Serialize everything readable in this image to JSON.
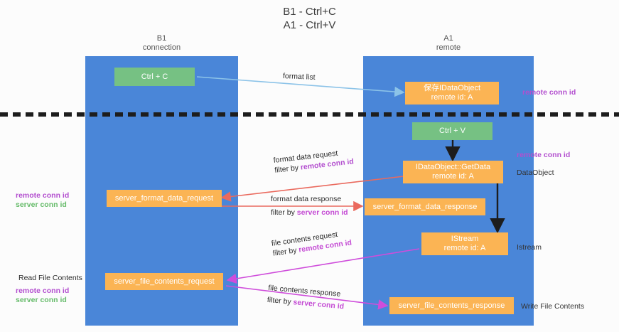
{
  "title": {
    "line1": "B1 - Ctrl+C",
    "line2": "A1 - Ctrl+V"
  },
  "columns": [
    {
      "name": "B1",
      "subtitle": "connection"
    },
    {
      "name": "A1",
      "subtitle": "remote"
    }
  ],
  "nodes": {
    "ctrl_c": {
      "label": "Ctrl + C"
    },
    "save_idataobject": {
      "line1": "保存IDataObject",
      "line2": "remote id: A"
    },
    "ctrl_v": {
      "label": "Ctrl + V"
    },
    "getdata": {
      "line1": "IDataObject::GetData",
      "line2": "remote id: A"
    },
    "server_format_data_request": {
      "label": "server_format_data_request"
    },
    "server_format_data_response": {
      "label": "server_format_data_response"
    },
    "istream": {
      "line1": "IStream",
      "line2": "remote id: A"
    },
    "server_file_contents_request": {
      "label": "server_file_contents_request"
    },
    "server_file_contents_response": {
      "label": "server_file_contents_response"
    }
  },
  "edges": {
    "format_list": {
      "label": "format list"
    },
    "format_data_request": {
      "label": "format data request",
      "filter_prefix": "filter by ",
      "filter_key": "remote conn id"
    },
    "format_data_response": {
      "label": "format data response",
      "filter_prefix": "filter by ",
      "filter_key": "server conn id"
    },
    "file_contents_request": {
      "label": "file contents request",
      "filter_prefix": "filter by ",
      "filter_key": "remote conn id"
    },
    "file_contents_response": {
      "label": "file contents response",
      "filter_prefix": "filter by ",
      "filter_key": "server conn id"
    }
  },
  "annotations": {
    "right_top_remote_conn_id": "remote conn id",
    "right_mid_remote_conn_id": "remote conn id",
    "right_dataobject": "DataObject",
    "right_istream": "Istream",
    "right_write_file_contents": "Write File Contents",
    "left_mid_remote_conn_id": "remote conn id",
    "left_mid_server_conn_id": "server conn id",
    "left_read_file_contents": "Read File Contents",
    "left_bot_remote_conn_id": "remote conn id",
    "left_bot_server_conn_id": "server conn id"
  },
  "colors": {
    "lane": "#4a86d8",
    "green_node": "#76c183",
    "orange_node": "#fbb454",
    "purple": "#b34fcf",
    "green_text": "#66bb6a",
    "arrow_blue": "#8cc3e8",
    "arrow_red": "#ea6a5e",
    "arrow_magenta": "#cf4ddb",
    "arrow_black": "#1d1d1d",
    "background": "#fcfcfc"
  }
}
